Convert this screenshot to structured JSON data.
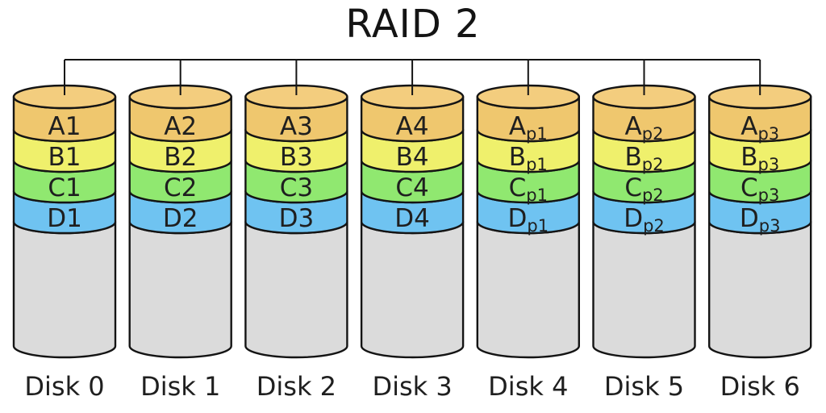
{
  "title": "RAID 2",
  "colors": {
    "cap": "#F3CD7E",
    "band_a": "#EFC76E",
    "band_b": "#EFF06C",
    "band_c": "#90E870",
    "band_d": "#6FC3F1",
    "body": "#DBDBDB",
    "outline": "#141414",
    "bus": "#141414",
    "label": "#1F1F1F"
  },
  "disks": [
    {
      "label": "Disk 0",
      "blocks": [
        {
          "main": "A1",
          "sub": ""
        },
        {
          "main": "B1",
          "sub": ""
        },
        {
          "main": "C1",
          "sub": ""
        },
        {
          "main": "D1",
          "sub": ""
        }
      ]
    },
    {
      "label": "Disk 1",
      "blocks": [
        {
          "main": "A2",
          "sub": ""
        },
        {
          "main": "B2",
          "sub": ""
        },
        {
          "main": "C2",
          "sub": ""
        },
        {
          "main": "D2",
          "sub": ""
        }
      ]
    },
    {
      "label": "Disk 2",
      "blocks": [
        {
          "main": "A3",
          "sub": ""
        },
        {
          "main": "B3",
          "sub": ""
        },
        {
          "main": "C3",
          "sub": ""
        },
        {
          "main": "D3",
          "sub": ""
        }
      ]
    },
    {
      "label": "Disk 3",
      "blocks": [
        {
          "main": "A4",
          "sub": ""
        },
        {
          "main": "B4",
          "sub": ""
        },
        {
          "main": "C4",
          "sub": ""
        },
        {
          "main": "D4",
          "sub": ""
        }
      ]
    },
    {
      "label": "Disk 4",
      "blocks": [
        {
          "main": "A",
          "sub": "p1"
        },
        {
          "main": "B",
          "sub": "p1"
        },
        {
          "main": "C",
          "sub": "p1"
        },
        {
          "main": "D",
          "sub": "p1"
        }
      ]
    },
    {
      "label": "Disk 5",
      "blocks": [
        {
          "main": "A",
          "sub": "p2"
        },
        {
          "main": "B",
          "sub": "p2"
        },
        {
          "main": "C",
          "sub": "p2"
        },
        {
          "main": "D",
          "sub": "p2"
        }
      ]
    },
    {
      "label": "Disk 6",
      "blocks": [
        {
          "main": "A",
          "sub": "p3"
        },
        {
          "main": "B",
          "sub": "p3"
        },
        {
          "main": "C",
          "sub": "p3"
        },
        {
          "main": "D",
          "sub": "p3"
        }
      ]
    }
  ]
}
